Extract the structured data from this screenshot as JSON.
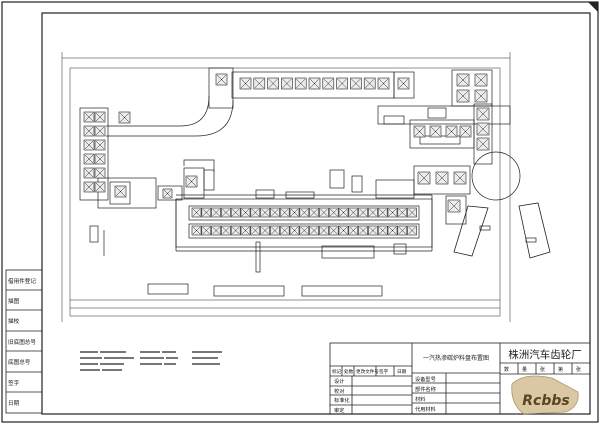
{
  "side_panel": {
    "cells": [
      "借用件登记",
      "描图",
      "描校",
      "旧底图总号",
      "底图总号",
      "签字",
      "日期"
    ]
  },
  "drawing_title": "一汽热渗碳炉料盘布置图",
  "company": "株洲汽车齿轮厂",
  "sheet_row_labels": [
    "数",
    "量",
    "张",
    "第",
    "张"
  ],
  "revision_header": [
    "标记",
    "处数",
    "更改文件号",
    "签字",
    "日期"
  ],
  "signoff_rows": [
    "设计",
    "校对",
    "标准化",
    "审定"
  ],
  "material_rows": [
    "设备型号",
    "部件名称",
    "材料",
    "代用材料"
  ],
  "watermark": "Rcbbs",
  "colors": {
    "line": "#222222",
    "cell_fill": "#ececec"
  }
}
